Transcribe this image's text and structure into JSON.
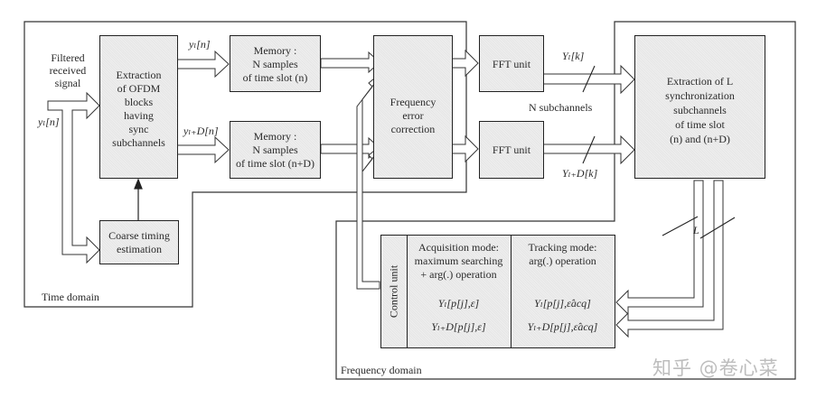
{
  "diagram": {
    "regions": {
      "time_domain": "Time domain",
      "frequency_domain": "Frequency domain"
    },
    "input": {
      "label_lines": [
        "Filtered",
        "received",
        "signal"
      ],
      "signal": "y",
      "signal_sub": "l",
      "signal_idx": "[n]"
    },
    "blocks": {
      "extraction_ofdm": [
        "Extraction",
        "of OFDM",
        "blocks",
        "having",
        "sync",
        "subchannels"
      ],
      "coarse_timing": [
        "Coarse timing",
        "estimation"
      ],
      "memory_n": [
        "Memory :",
        "N samples",
        "of time slot (n)"
      ],
      "memory_nd": [
        "Memory :",
        "N samples",
        "of time slot (n+D)"
      ],
      "freq_correction": [
        "Frequency",
        "error",
        "correction"
      ],
      "fft_top": "FFT unit",
      "fft_bottom": "FFT unit",
      "extraction_sync": [
        "Extraction of L",
        "synchronization",
        "subchannels",
        "of time slot",
        "(n) and (n+D)"
      ],
      "control_unit": "Control unit",
      "acquisition": [
        "Acquisition mode:",
        "maximum searching",
        "+ arg(.) operation"
      ],
      "acq_formula_1": "Yₗ[p[j],ε]",
      "acq_formula_2": "Yₗ₊D[p[j],ε]",
      "tracking": [
        "Tracking mode:",
        "arg(.) operation"
      ],
      "trk_formula_1": "Yₗ[p[j],ε̂acq]",
      "trk_formula_2": "Yₗ₊D[p[j],ε̂acq]"
    },
    "signals": {
      "yl_n": "yₗ[n]",
      "yld_n": "yₗ₊D[n]",
      "Yl_k": "Yₗ[k]",
      "Yld_k": "Yₗ₊D[k]",
      "n_subchannels": "N subchannels",
      "L": "L"
    },
    "watermark": "知乎 @卷心菜"
  }
}
